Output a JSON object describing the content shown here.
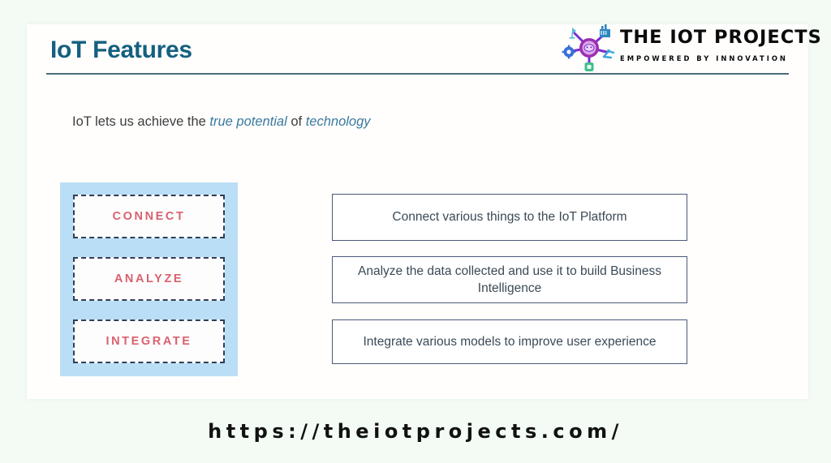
{
  "slide": {
    "title": "IoT Features",
    "subtitle": {
      "lead": "IoT lets us achieve the ",
      "accent_1": "true potential",
      "middle": " of ",
      "accent_2": "technology"
    },
    "keywords": [
      {
        "label": "CONNECT"
      },
      {
        "label": "ANALYZE"
      },
      {
        "label": "INTEGRATE"
      }
    ],
    "descriptions": [
      {
        "text": "Connect various things to the IoT Platform"
      },
      {
        "text": "Analyze the data collected and use it to build Business Intelligence"
      },
      {
        "text": "Integrate various models to improve user experience"
      }
    ]
  },
  "logo": {
    "title": "THE IOT PROJECTS",
    "tagline": "EMPOWERED BY INNOVATION",
    "mark_icon": "iot-network-icon"
  },
  "footer": {
    "url": "https://theiotprojects.com/"
  },
  "colors": {
    "page_background": "#f3fbf4",
    "card_background": "#fffefd",
    "title": "#14607f",
    "rule": "#4c6b7a",
    "accent_italic": "#3a7a9e",
    "panel_blue": "#badef5",
    "keyword_text": "#d9616e",
    "keyword_border": "#2e3f58",
    "desc_border": "#4a5a78",
    "desc_text": "#3a4a57",
    "footer_text": "#111111"
  }
}
